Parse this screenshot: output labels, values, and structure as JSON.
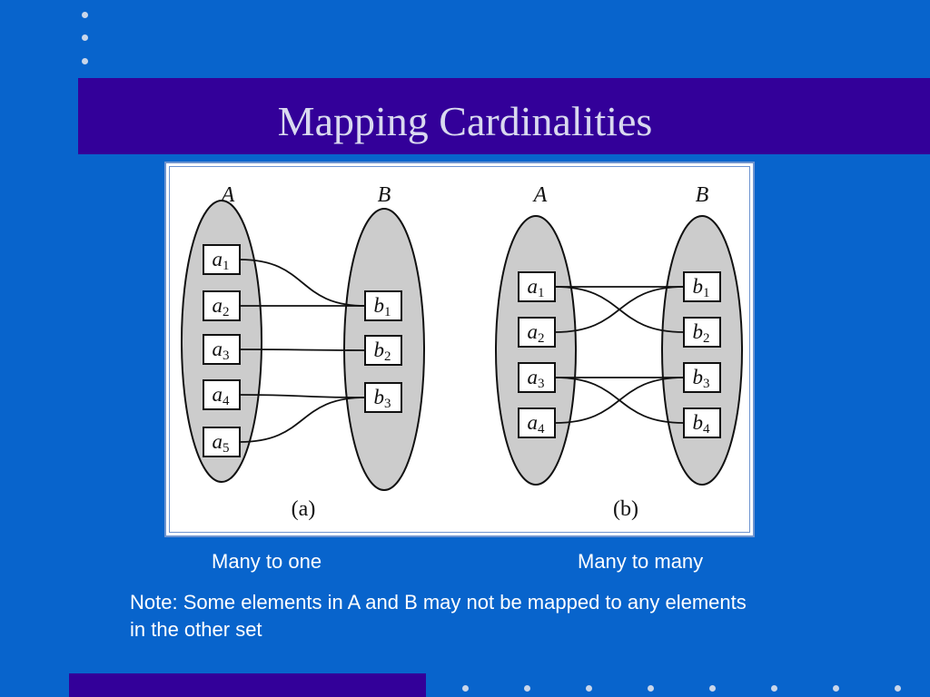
{
  "slide": {
    "title": "Mapping Cardinalities",
    "caption_a": "Many to one",
    "caption_b": "Many to many",
    "note": "Note: Some elements in A and B may not be mapped to any elements in the other set"
  },
  "diagram_a": {
    "set_a_label": "A",
    "set_b_label": "B",
    "caption": "(a)",
    "a_elements": [
      {
        "main": "a",
        "sub": "1"
      },
      {
        "main": "a",
        "sub": "2"
      },
      {
        "main": "a",
        "sub": "3"
      },
      {
        "main": "a",
        "sub": "4"
      },
      {
        "main": "a",
        "sub": "5"
      }
    ],
    "b_elements": [
      {
        "main": "b",
        "sub": "1"
      },
      {
        "main": "b",
        "sub": "2"
      },
      {
        "main": "b",
        "sub": "3"
      }
    ],
    "edges": [
      [
        1,
        1
      ],
      [
        2,
        1
      ],
      [
        3,
        2
      ],
      [
        4,
        3
      ],
      [
        5,
        3
      ]
    ]
  },
  "diagram_b": {
    "set_a_label": "A",
    "set_b_label": "B",
    "caption": "(b)",
    "a_elements": [
      {
        "main": "a",
        "sub": "1"
      },
      {
        "main": "a",
        "sub": "2"
      },
      {
        "main": "a",
        "sub": "3"
      },
      {
        "main": "a",
        "sub": "4"
      }
    ],
    "b_elements": [
      {
        "main": "b",
        "sub": "1"
      },
      {
        "main": "b",
        "sub": "2"
      },
      {
        "main": "b",
        "sub": "3"
      },
      {
        "main": "b",
        "sub": "4"
      }
    ],
    "edges": [
      [
        1,
        1
      ],
      [
        1,
        2
      ],
      [
        2,
        1
      ],
      [
        3,
        3
      ],
      [
        3,
        4
      ],
      [
        4,
        3
      ]
    ]
  },
  "colors": {
    "background": "#0864CC",
    "band": "#330099",
    "set_fill": "#CCCCCC"
  }
}
